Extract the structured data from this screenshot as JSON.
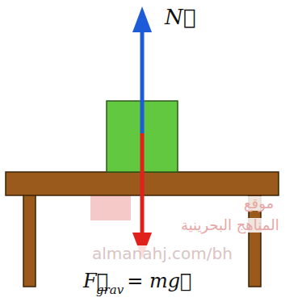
{
  "diagram": {
    "labels": [
      "N⃗",
      "F⃗",
      "grav",
      "= mg⃗",
      "موقع",
      "المناهج البحرينية",
      "almanahj.com/bh"
    ]
  }
}
